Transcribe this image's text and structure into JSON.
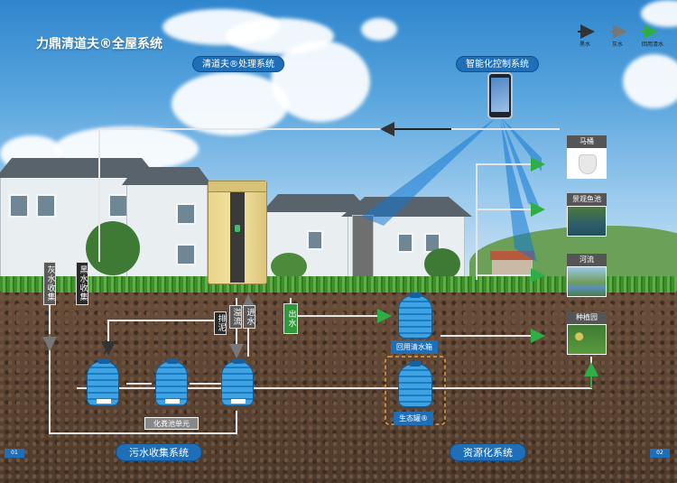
{
  "title": "力鼎清道夫®全屋系统",
  "legend": [
    "黑水",
    "灰水",
    "回用清水"
  ],
  "labels": {
    "treatment_system": "清道夫®处理系统",
    "smart_control": "智能化控制系统",
    "sewage_collection": "污水收集系统",
    "resource_system": "资源化系统",
    "grey_collection": "灰水收集",
    "black_collection": "黑水收集",
    "sludge": "排泥",
    "overflow": "溢流",
    "inlet": "进水",
    "outlet": "出水",
    "septic_unit": "化粪池单元",
    "reuse_tank": "回用清水箱",
    "eco_tank": "生态罐®"
  },
  "destinations": [
    "马桶",
    "景观鱼池",
    "河流",
    "种植园"
  ],
  "pages": [
    "01",
    "02"
  ],
  "colors": {
    "accent_blue": "#1e6fb8",
    "black_water": "#222222",
    "grey_water": "#777777",
    "reuse_water": "#2fae45"
  }
}
